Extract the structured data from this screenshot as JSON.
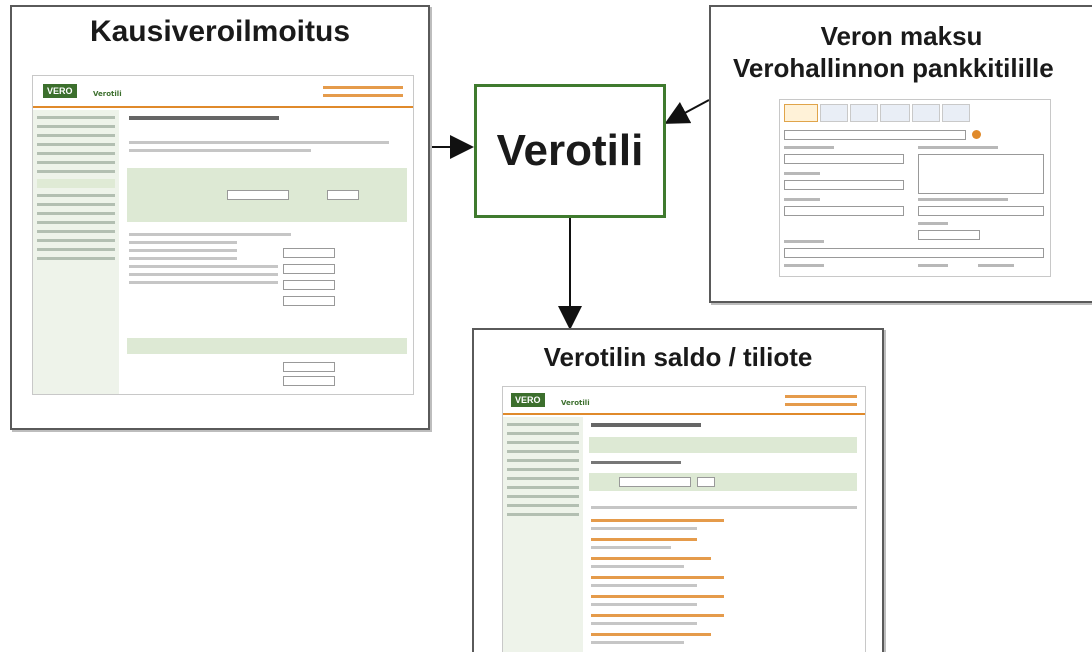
{
  "panels": {
    "left": {
      "title": "Kausiveroilmoitus"
    },
    "right": {
      "title_line1": "Veron maksu",
      "title_line2": "Verohallinnon pankkitilille"
    },
    "center": {
      "label": "Verotili"
    },
    "bottom": {
      "title": "Verotilin saldo / tiliote"
    }
  },
  "screens": {
    "logo_text": "VERO",
    "app_name": "Verotili"
  },
  "colors": {
    "accent_green": "#3f7a2e",
    "link_orange": "#e08a2b",
    "nav_bg": "#eef3ea"
  }
}
